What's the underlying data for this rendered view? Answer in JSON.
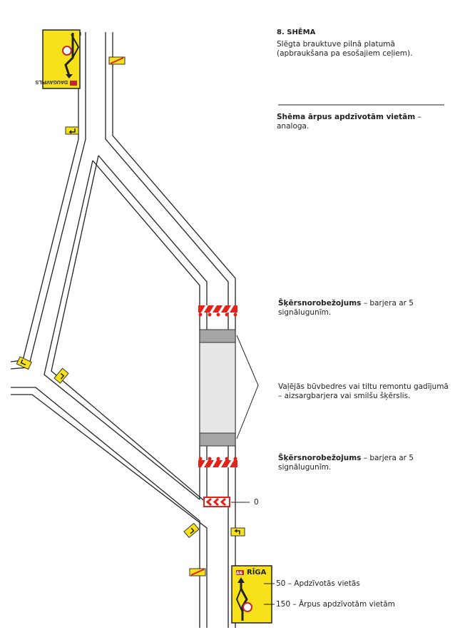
{
  "header": {
    "title": "8. SHĒMA",
    "description": "Slēgta brauktuve pilnā platumā (apbraukšana pa esošajiem ceļiem).",
    "note_bold": "Shēma ārpus apdzīvotām vietām",
    "note_rest": " – analoga."
  },
  "labels": {
    "barrier_top_bold": "Šķērsnorobežojums",
    "barrier_top_rest": " – barjera ar 5 signālugunīm.",
    "work_zone": "Vaļējās būvbedres vai tiltu remontu gadījumā – aizsargbarjera vai smilšu šķērslis.",
    "barrier_bottom_bold": "Šķērsnorobežojums",
    "barrier_bottom_rest": " – barjera ar 5 signālugunīm.",
    "zero_mark": "0",
    "distance_50": "50 – Apdzīvotās vietās",
    "distance_150": "150 – Ārpus apdzīvotām vietām"
  },
  "signs": {
    "bottom": {
      "route": "A6",
      "city": "RĪGA"
    },
    "top": {
      "route": "A6",
      "city": "DAUGAVPILS"
    }
  },
  "colors": {
    "sign_yellow": "#f7e11b",
    "barrier_red": "#e2231a",
    "work_zone_grey": "#e6e6e6",
    "block_grey": "#a6a6a6"
  }
}
